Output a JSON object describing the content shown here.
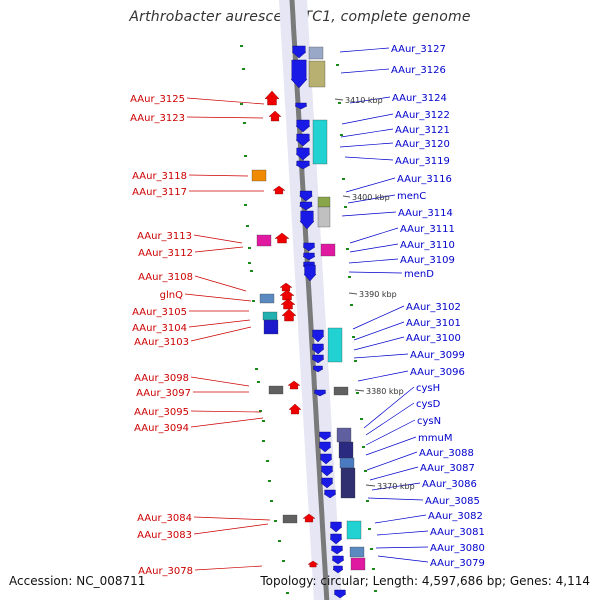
{
  "title": "Arthrobacter aurescens TC1, complete genome",
  "accession": "Accession: NC_008711",
  "topology": "Topology: circular; Length: 4,597,686 bp; Genes: 4,114",
  "colors": {
    "forward_gene": "#ee0000",
    "reverse_gene": "#1a1ae6",
    "right_label": "#0000cc",
    "left_label": "#cc0000",
    "backbone": "#7a7a7a"
  },
  "scale_labels": [
    "3410 kbp",
    "3400 kbp",
    "3390 kbp",
    "3380 kbp",
    "3370 kbp"
  ],
  "left_labels": [
    "AAur_3125",
    "AAur_3123",
    "AAur_3118",
    "AAur_3117",
    "AAur_3113",
    "AAur_3112",
    "AAur_3108",
    "glnQ",
    "AAur_3105",
    "AAur_3104",
    "AAur_3103",
    "AAur_3098",
    "AAur_3097",
    "AAur_3095",
    "AAur_3094",
    "AAur_3084",
    "AAur_3083",
    "AAur_3078"
  ],
  "right_labels": [
    "AAur_3127",
    "AAur_3126",
    "AAur_3124",
    "AAur_3122",
    "AAur_3121",
    "AAur_3120",
    "AAur_3119",
    "AAur_3116",
    "menC",
    "AAur_3114",
    "AAur_3111",
    "AAur_3110",
    "AAur_3109",
    "menD",
    "AAur_3102",
    "AAur_3101",
    "AAur_3100",
    "AAur_3099",
    "AAur_3096",
    "cysH",
    "cysD",
    "cysN",
    "mmuM",
    "AAur_3088",
    "AAur_3087",
    "AAur_3086",
    "AAur_3085",
    "AAur_3082",
    "AAur_3081",
    "AAur_3080",
    "AAur_3079"
  ]
}
